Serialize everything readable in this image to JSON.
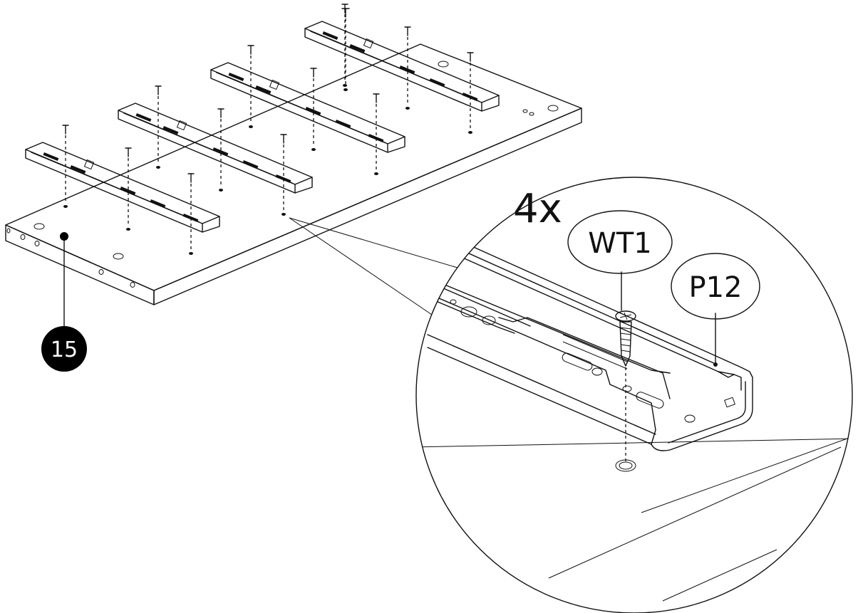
{
  "quantity": "4x",
  "callouts": {
    "screw": "WT1",
    "rail": "P12"
  },
  "part_number": "15",
  "colors": {
    "ink": "#111111",
    "paper": "#ffffff",
    "badge": "#000000"
  }
}
